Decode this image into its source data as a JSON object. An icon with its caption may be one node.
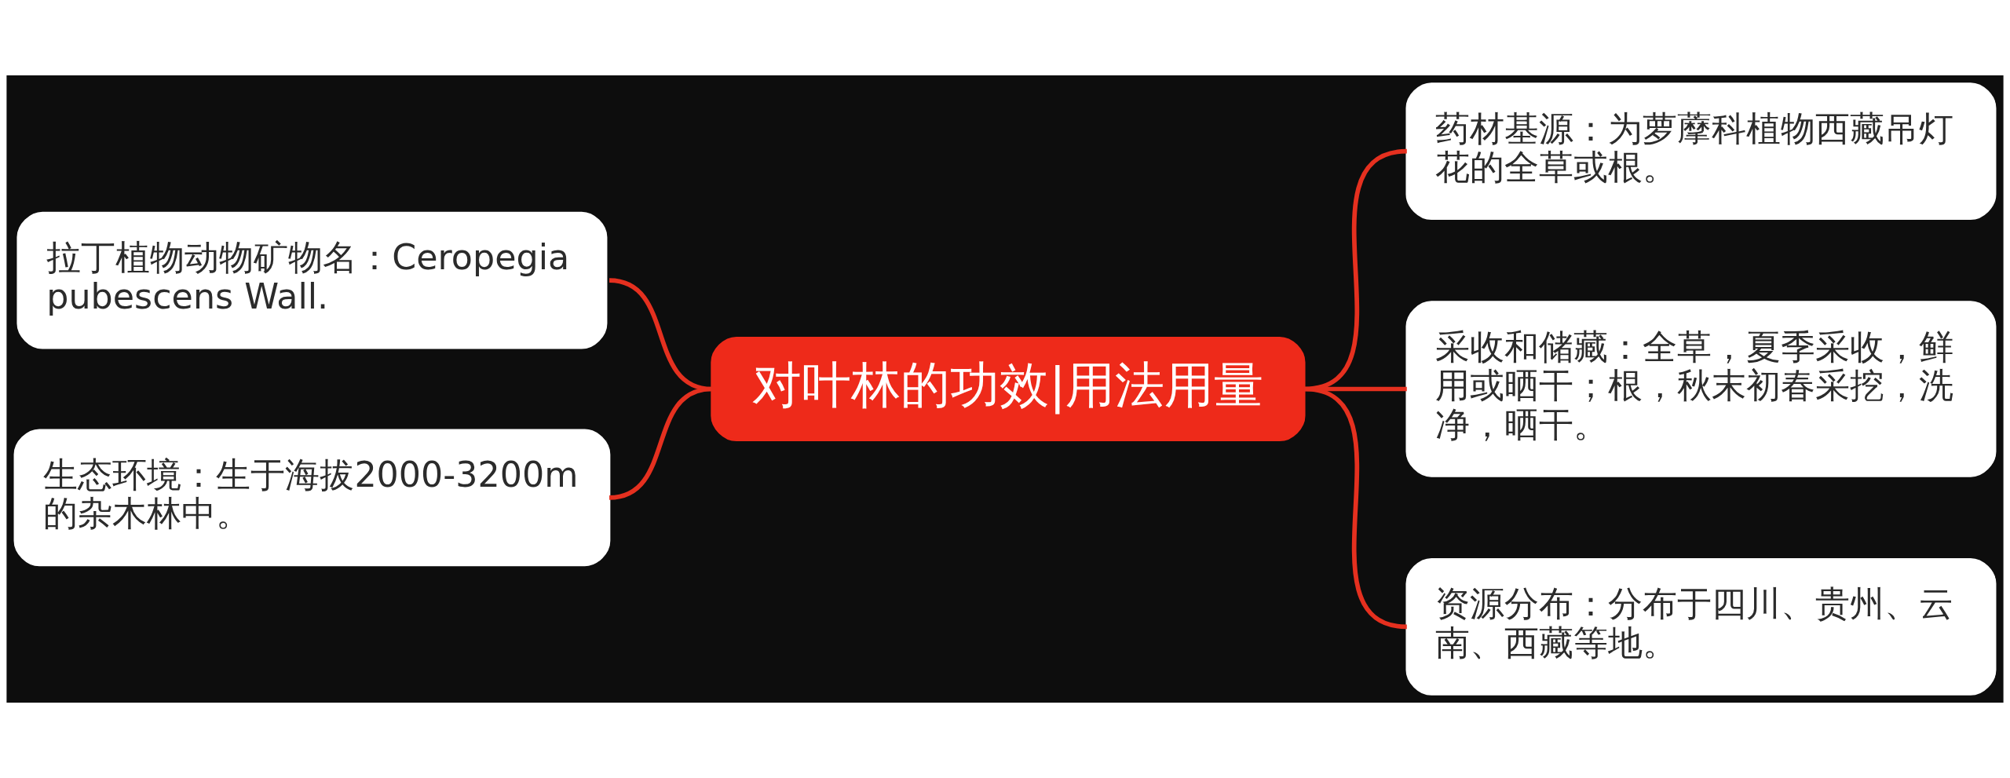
{
  "diagram": {
    "nodes": [
      {
        "text": [
          "对叶林的功效|用法用量"
        ]
      },
      {
        "text": [
          "拉丁植物动物矿物名：Ceropegia pubescens Wall."
        ]
      },
      {
        "text": [
          "生态环境：生于海拔2000-3200m的杂木林中。"
        ]
      },
      {
        "text": [
          "药材基源：为萝藦科植物西藏吊灯花的全草或根。"
        ]
      },
      {
        "text": [
          "采收和储藏：全草，夏季采收，鲜用或晒干；根，秋末初春采挖，洗净，晒干。"
        ]
      },
      {
        "text": [
          "资源分布：分布于四川、贵州、云南、西藏等地。"
        ]
      }
    ],
    "edges": [
      {
        "from": 0,
        "to": 1,
        "arrow": "none"
      },
      {
        "from": 0,
        "to": 2,
        "arrow": "none"
      },
      {
        "from": 0,
        "to": 3,
        "arrow": "none"
      },
      {
        "from": 0,
        "to": 4,
        "arrow": "none"
      },
      {
        "from": 0,
        "to": 5,
        "arrow": "none"
      }
    ]
  }
}
